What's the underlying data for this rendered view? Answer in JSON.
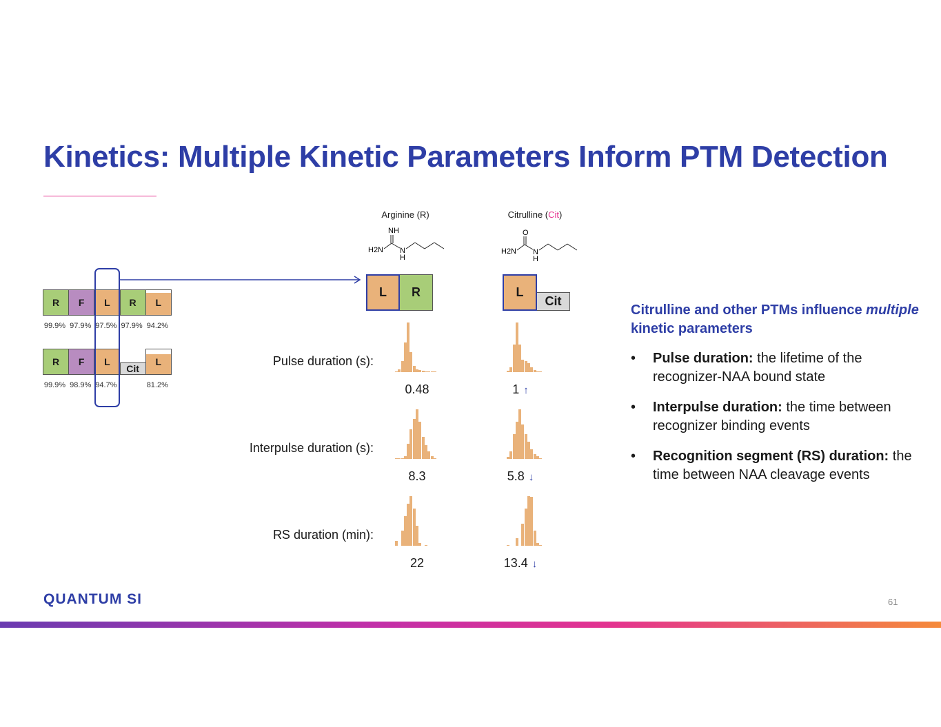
{
  "title": "Kinetics: Multiple Kinetic Parameters Inform PTM Detection",
  "sequences": {
    "row1": [
      {
        "aa": "R",
        "pct": "99.9%"
      },
      {
        "aa": "F",
        "pct": "97.9%"
      },
      {
        "aa": "L",
        "pct": "97.5%"
      },
      {
        "aa": "R",
        "pct": "97.9%"
      },
      {
        "aa": "L",
        "pct": "94.2%"
      }
    ],
    "row2": [
      {
        "aa": "R",
        "pct": "99.9%"
      },
      {
        "aa": "F",
        "pct": "98.9%"
      },
      {
        "aa": "L",
        "pct": "94.7%"
      },
      {
        "aa": "Cit",
        "pct": ""
      },
      {
        "aa": "L",
        "pct": "81.2%"
      }
    ]
  },
  "columns": {
    "arginine": {
      "label": "Arginine (R)",
      "blocks": [
        "L",
        "R"
      ]
    },
    "citrulline": {
      "label_pre": "Citrulline (",
      "label_hl": "Cit",
      "label_post": ")",
      "blocks": [
        "L",
        "Cit"
      ]
    }
  },
  "structures": {
    "nh": "NH",
    "o": "O",
    "h2n": "H2N",
    "n": "N",
    "h": "H"
  },
  "parameters": [
    {
      "label": "Pulse duration (s):",
      "arg": "0.48",
      "cit": "1",
      "cit_trend": "↑",
      "arg_bins": [
        2,
        5,
        22,
        60,
        100,
        40,
        12,
        6,
        4,
        3,
        2,
        1,
        1,
        1
      ],
      "cit_bins": [
        3,
        10,
        55,
        100,
        55,
        25,
        22,
        18,
        10,
        4,
        2,
        1
      ]
    },
    {
      "label": "Interpulse duration (s):",
      "arg": "8.3",
      "cit": "5.8",
      "cit_trend": "↓",
      "arg_bins": [
        1,
        1,
        2,
        5,
        30,
        60,
        80,
        100,
        75,
        45,
        28,
        15,
        6,
        2
      ],
      "cit_bins": [
        4,
        15,
        50,
        75,
        100,
        70,
        50,
        35,
        20,
        10,
        5,
        2
      ]
    },
    {
      "label": "RS duration (min):",
      "arg": "22",
      "cit": "13.4",
      "cit_trend": "↓",
      "arg_bins": [
        10,
        0,
        30,
        60,
        85,
        100,
        75,
        40,
        5,
        0,
        2
      ],
      "cit_bins": [
        2,
        0,
        0,
        15,
        0,
        45,
        75,
        100,
        98,
        30,
        5,
        2
      ]
    }
  ],
  "right_panel": {
    "heading_pre": "Citrulline and other PTMs influence ",
    "heading_em": "multiple",
    "heading_post": " kinetic parameters",
    "bullets": [
      {
        "term": "Pulse duration:",
        "text": " the lifetime of the recognizer-NAA bound state"
      },
      {
        "term": "Interpulse duration:",
        "text": " the time between recognizer binding events"
      },
      {
        "term": "Recognition segment (RS) duration:",
        "text": " the time between NAA cleavage events"
      }
    ]
  },
  "footer": {
    "logo": "QUANTUM SI",
    "page": "61"
  },
  "colors": {
    "title": "#2e3ea6",
    "R": "#a8cd78",
    "F": "#b88cc0",
    "L": "#e9b27a",
    "Cit": "#d9d9d9",
    "accent": "#e6338f"
  }
}
